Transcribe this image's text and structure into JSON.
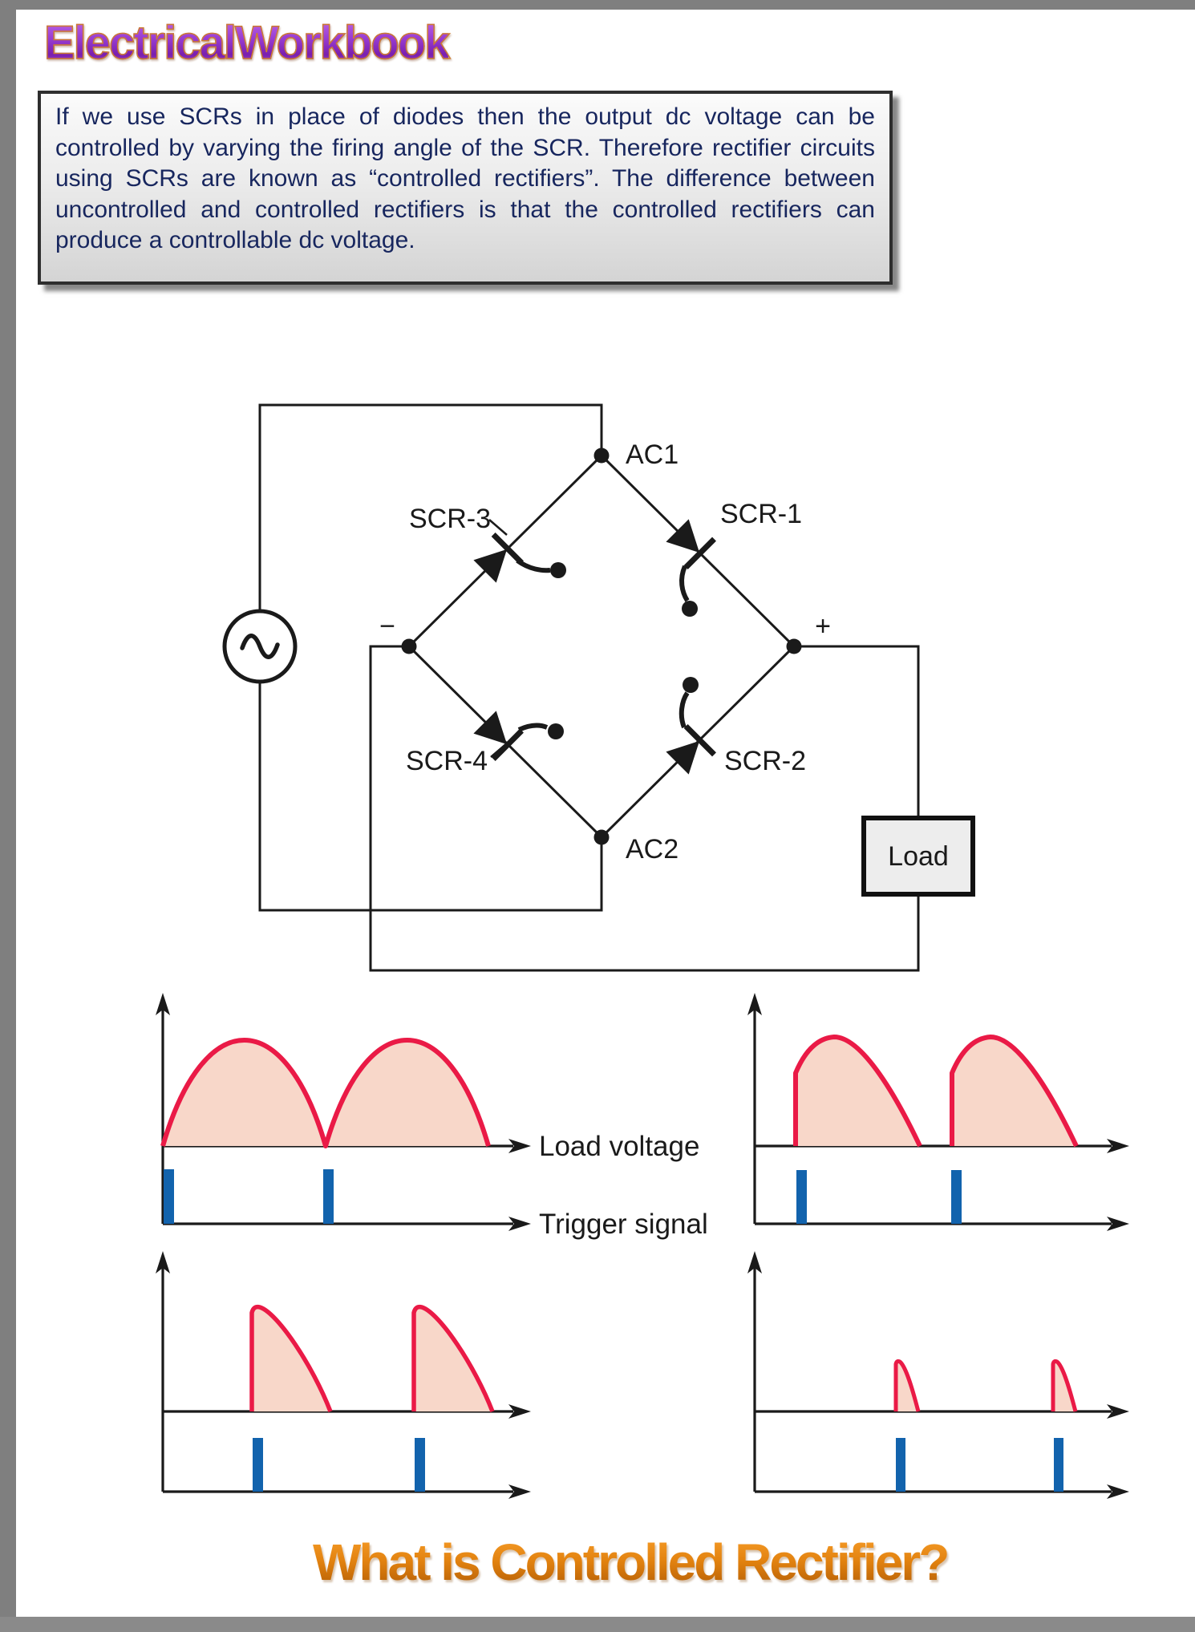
{
  "page": {
    "background": "#ffffff",
    "chrome_gray": "#7f7f7f",
    "bottom_bar_gray": "#8a8a8a"
  },
  "header": {
    "logo_text": "ElectricalWorkbook",
    "logo_purple": "#8e2fc7",
    "logo_outline_orange": "#cd7c30"
  },
  "intro_box": {
    "text": "If we use SCRs in place of diodes then the output dc voltage can be controlled by varying the firing angle of the SCR. Therefore rectifier circuits using SCRs are known as “controlled rectifiers”. The difference between uncontrolled and controlled rectifiers is that the controlled rectifiers can produce a controllable dc voltage.",
    "text_color": "#17265e"
  },
  "circuit": {
    "type": "single-phase full bridge controlled rectifier",
    "node_ac1": "AC1",
    "node_ac2": "AC2",
    "scr1": "SCR-1",
    "scr2": "SCR-2",
    "scr3": "SCR-3",
    "scr4": "SCR-4",
    "plus": "+",
    "minus": "−",
    "load": "Load",
    "line_color": "#1a1a1a"
  },
  "waveforms": {
    "load_voltage_label": "Load voltage",
    "trigger_signal_label": "Trigger signal",
    "curve_color": "#ea1a46",
    "fill_color": "#f8d7c9",
    "trigger_pulse_color": "#1263ad",
    "plots": [
      {
        "position": "top-left",
        "firing_angle_deg": 0,
        "peak_rel": 1.0,
        "pulses_per_cycle": 2
      },
      {
        "position": "top-right",
        "firing_angle_deg": 40,
        "peak_rel": 1.0,
        "pulses_per_cycle": 2
      },
      {
        "position": "bottom-left",
        "firing_angle_deg": 90,
        "peak_rel": 1.0,
        "pulses_per_cycle": 2
      },
      {
        "position": "bottom-right",
        "firing_angle_deg": 155,
        "peak_rel": 0.48,
        "pulses_per_cycle": 2
      }
    ]
  },
  "footer": {
    "title": "What is Controlled Rectifier?"
  }
}
